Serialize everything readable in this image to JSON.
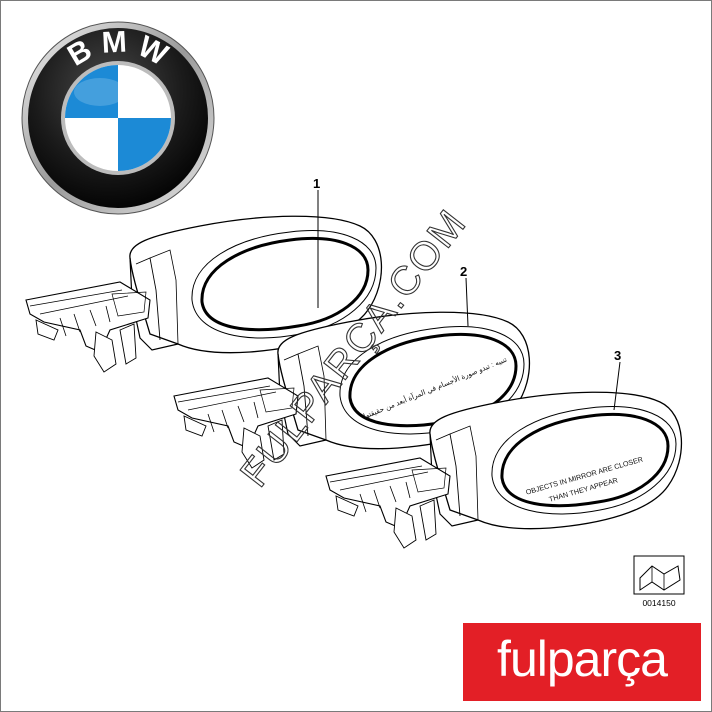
{
  "logo": {
    "letters": [
      "B",
      "M",
      "W"
    ],
    "colors": {
      "blue": "#1c8ad6",
      "black": "#111111",
      "white": "#ffffff",
      "chrome": "#b9b9b9"
    }
  },
  "callouts": [
    "1",
    "2",
    "3"
  ],
  "mirror_labels": {
    "part2_arabic": "تنبيه : تبدو صورة الأجسام في المرآة أبعد من حقيقتها",
    "part3_line1": "OBJECTS IN MIRROR ARE CLOSER",
    "part3_line2": "THAN THEY APPEAR"
  },
  "watermark": "FULPARÇA.COM",
  "diagram_id": "0014150",
  "brand": {
    "name": "fulparça",
    "color": "#e31f26"
  }
}
